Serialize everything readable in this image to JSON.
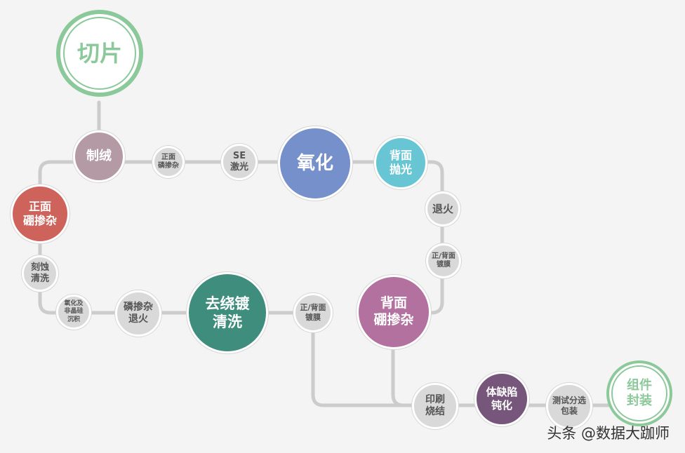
{
  "colors": {
    "line": "#cccccc",
    "start_green": "#8cc99a",
    "gray": "#d9d9d9",
    "mauve": "#b49aa5",
    "red": "#cd635b",
    "blue": "#7690cb",
    "cyan": "#67c5d4",
    "teal": "#3e8d7d",
    "magenta": "#b2719e",
    "purple": "#76567a"
  },
  "nodes": {
    "qiepian": "切片",
    "zhirong": "制绒",
    "zhengmian_linchanza": "正面\n磷掺杂",
    "se_jiguang": "SE\n激光",
    "yanghua": "氧化",
    "beimian_paoguang": "背面\n抛光",
    "tuihuo": "退火",
    "zhengbei_dumo_right": "正/背面\n镀膜",
    "beimian_pengchanza": "背面\n硼掺杂",
    "zhengmian_pengchanza": "正面\n硼掺杂",
    "keshi_qingxi": "刻蚀\n清洗",
    "yanghua_feijinggui": "氧化及\n非晶硅\n沉积",
    "linchanza_tuihuo": "磷掺杂\n退火",
    "qurao_dumo_qingxi": "去绕镀\n清洗",
    "zhengbei_dumo_mid": "正/背面\n镀膜",
    "yinshua_shaojie": "印刷\n烧结",
    "tiquexian_dunhua": "体缺陷\n钝化",
    "ceshi_fenxuan_baozhuang": "测试分选\n包装",
    "zujian_fengzhuang": "组件\n封装"
  },
  "watermark": "头条 @数据大跏师"
}
